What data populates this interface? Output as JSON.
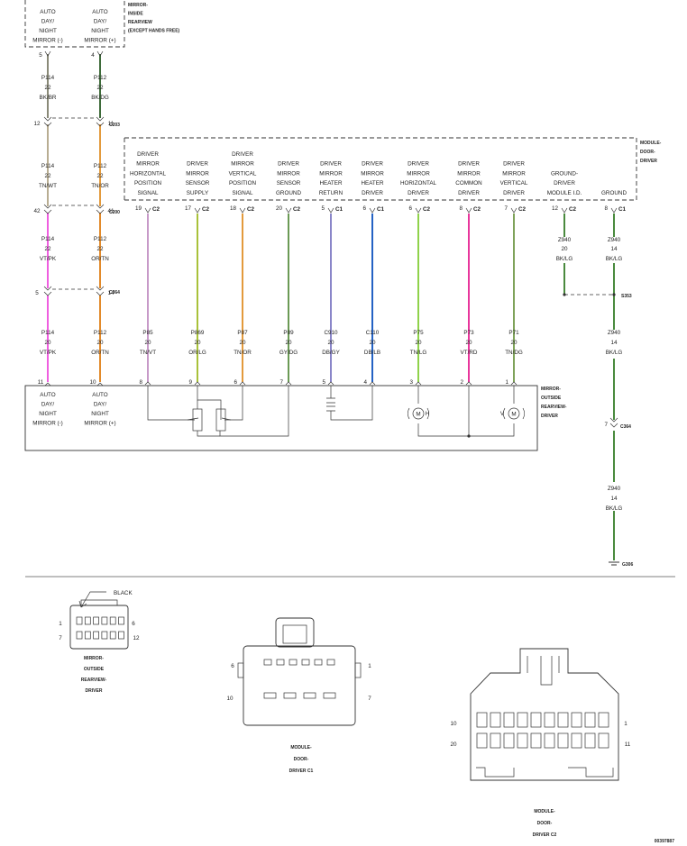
{
  "colors": {
    "BK/BR": "#8a8a78",
    "BK/DG": "#3e6b3a",
    "TN/WT": "#b8ad92",
    "TN/OR": "#e39a3c",
    "VT/PK": "#ef5fe0",
    "OR/TN": "#e28a2a",
    "TN/VT": "#c79ac8",
    "OR/LG": "#a9c13a",
    "GY/DG": "#6b9a55",
    "DB/GY": "#8a86c9",
    "DB/LB": "#2462c4",
    "TN/LG": "#8fd24a",
    "VT/RD": "#e8369c",
    "TN/DG": "#7fa35a",
    "BK/LG": "#4a8a3e",
    "line": "#333333"
  },
  "inside_mirror": {
    "title": [
      "MIRROR-",
      "INSIDE",
      "REARVIEW",
      "(EXCEPT HANDS FREE)"
    ],
    "pins": [
      {
        "label": [
          "AUTO",
          "DAY/",
          "NIGHT",
          "MIRROR (-)"
        ],
        "pin": "5"
      },
      {
        "label": [
          "AUTO",
          "DAY/",
          "NIGHT",
          "MIRROR (+)"
        ],
        "pin": "4"
      }
    ]
  },
  "left_wires": [
    {
      "color": "BK/BR",
      "segments": [
        {
          "circuit": "P114",
          "gauge": "22",
          "color_code": "BK/BR",
          "wire_color": "BK/BR"
        },
        {
          "circuit": "P114",
          "gauge": "22",
          "color_code": "TN/WT",
          "wire_color": "TN/WT"
        },
        {
          "circuit": "P114",
          "gauge": "22",
          "color_code": "VT/PK",
          "wire_color": "VT/PK"
        },
        {
          "circuit": "P114",
          "gauge": "20",
          "color_code": "VT/PK",
          "wire_color": "VT/PK"
        }
      ],
      "connector_pins": [
        "12",
        "42",
        "5"
      ],
      "bottom_pin": "11"
    },
    {
      "color": "BK/DG",
      "segments": [
        {
          "circuit": "P112",
          "gauge": "22",
          "color_code": "BK/DG",
          "wire_color": "BK/DG"
        },
        {
          "circuit": "P112",
          "gauge": "22",
          "color_code": "TN/OR",
          "wire_color": "TN/OR"
        },
        {
          "circuit": "P112",
          "gauge": "22",
          "color_code": "OR/TN",
          "wire_color": "OR/TN"
        },
        {
          "circuit": "P112",
          "gauge": "20",
          "color_code": "OR/TN",
          "wire_color": "OR/TN"
        }
      ],
      "connector_pins": [
        "11",
        "41",
        "14"
      ],
      "bottom_pin": "10"
    }
  ],
  "connectors": {
    "c203": "C203",
    "c200": "C200",
    "c364": "C364",
    "s353": "S353",
    "g306": "G306"
  },
  "door_module": {
    "title": [
      "MODULE-",
      "DOOR-",
      "DRIVER"
    ],
    "pins": [
      {
        "label": [
          "DRIVER",
          "MIRROR",
          "HORIZONTAL",
          "POSITION",
          "SIGNAL"
        ],
        "pin": "19",
        "conn": "C2",
        "circuit": "P85",
        "gauge": "20",
        "cc": "TN/VT",
        "bottom_pin": "8"
      },
      {
        "label": [
          "DRIVER",
          "MIRROR",
          "SENSOR",
          "SUPPLY"
        ],
        "pin": "17",
        "conn": "C2",
        "circuit": "P869",
        "gauge": "20",
        "cc": "OR/LG",
        "bottom_pin": "9"
      },
      {
        "label": [
          "DRIVER",
          "MIRROR",
          "VERTICAL",
          "POSITION",
          "SIGNAL"
        ],
        "pin": "18",
        "conn": "C2",
        "circuit": "P87",
        "gauge": "20",
        "cc": "TN/OR",
        "bottom_pin": "6"
      },
      {
        "label": [
          "DRIVER",
          "MIRROR",
          "SENSOR",
          "GROUND"
        ],
        "pin": "20",
        "conn": "C2",
        "circuit": "P89",
        "gauge": "20",
        "cc": "GY/DG",
        "bottom_pin": "7"
      },
      {
        "label": [
          "DRIVER",
          "MIRROR",
          "HEATER",
          "RETURN"
        ],
        "pin": "5",
        "conn": "C1",
        "circuit": "C910",
        "gauge": "20",
        "cc": "DB/GY",
        "bottom_pin": "5"
      },
      {
        "label": [
          "DRIVER",
          "MIRROR",
          "HEATER",
          "DRIVER"
        ],
        "pin": "6",
        "conn": "C1",
        "circuit": "C110",
        "gauge": "20",
        "cc": "DB/LB",
        "bottom_pin": "4"
      },
      {
        "label": [
          "DRIVER",
          "MIRROR",
          "HORIZONTAL",
          "DRIVER"
        ],
        "pin": "6",
        "conn": "C2",
        "circuit": "P75",
        "gauge": "20",
        "cc": "TN/LG",
        "bottom_pin": "3"
      },
      {
        "label": [
          "DRIVER",
          "MIRROR",
          "COMMON",
          "DRIVER"
        ],
        "pin": "8",
        "conn": "C2",
        "circuit": "P73",
        "gauge": "20",
        "cc": "VT/RD",
        "bottom_pin": "2"
      },
      {
        "label": [
          "DRIVER",
          "MIRROR",
          "VERTICAL",
          "DRIVER"
        ],
        "pin": "7",
        "conn": "C2",
        "circuit": "P71",
        "gauge": "20",
        "cc": "TN/DG",
        "bottom_pin": "1"
      }
    ],
    "ground_pins": [
      {
        "label": [
          "GROUND-",
          "DRIVER",
          "MODULE I.D."
        ],
        "pin": "12",
        "conn": "C2",
        "circuit": "Z940",
        "gauge": "20",
        "cc": "BK/LG"
      },
      {
        "label": [
          "GROUND"
        ],
        "pin": "8",
        "conn": "C1",
        "circuit": "Z940",
        "gauge": "14",
        "cc": "BK/LG"
      }
    ],
    "ground_lower": [
      {
        "circuit": "Z940",
        "gauge": "14",
        "cc": "BK/LG"
      },
      {
        "circuit": "Z940",
        "gauge": "14",
        "cc": "BK/LG"
      }
    ],
    "c364_pin": "7"
  },
  "outside_mirror": {
    "title": [
      "MIRROR-",
      "OUTSIDE",
      "REARVIEW-",
      "DRIVER"
    ],
    "left_labels": [
      {
        "label": [
          "AUTO",
          "DAY/",
          "NIGHT",
          "MIRROR (-)"
        ]
      },
      {
        "label": [
          "AUTO",
          "DAY/",
          "NIGHT",
          "MIRROR (+)"
        ]
      }
    ],
    "motor_h": "H",
    "motor_v": "V",
    "motor_label": "M"
  },
  "face_views": {
    "mirror_connector": {
      "title": [
        "MIRROR-",
        "OUTSIDE",
        "REARVIEW-",
        "DRIVER"
      ],
      "color_callout": "BLACK",
      "pins": {
        "tl": "1",
        "tr": "6",
        "bl": "7",
        "br": "12"
      }
    },
    "c1": {
      "title": [
        "MODULE-",
        "DOOR-",
        "DRIVER C1"
      ],
      "pins": {
        "tl": "6",
        "tr": "1",
        "bl": "10",
        "br": "7"
      }
    },
    "c2": {
      "title": [
        "MODULE-",
        "DOOR-",
        "DRIVER C2"
      ],
      "pins": {
        "tl": "10",
        "tr": "1",
        "bl": "20",
        "br": "11"
      }
    }
  },
  "figure_id": "00397887"
}
